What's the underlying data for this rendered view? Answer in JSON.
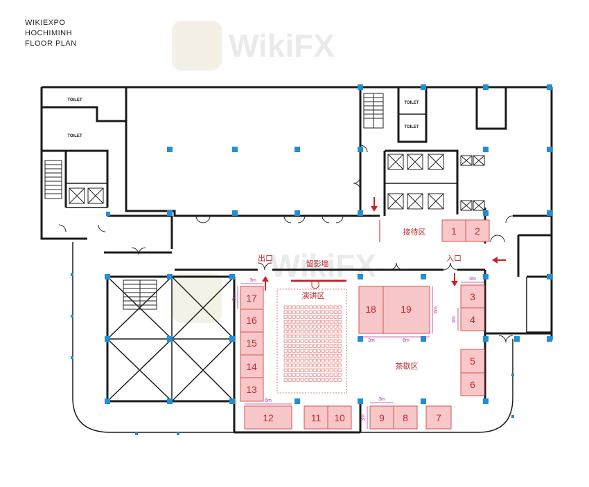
{
  "header": {
    "line1": "WIKIEXPO",
    "line2": "HOCHIMINH",
    "line3": "FLOOR PLAN"
  },
  "watermark": "WikiFX",
  "zones": {
    "reception": "接待区",
    "exit": "出口",
    "entrance": "入口",
    "photo_wall": "留影墙",
    "speech_area": "演讲区",
    "tea_area": "茶歇区",
    "toilet": "TOILET"
  },
  "booths": {
    "b1": "1",
    "b2": "2",
    "b3": "3",
    "b4": "4",
    "b5": "5",
    "b6": "6",
    "b7": "7",
    "b8": "8",
    "b9": "9",
    "b10": "10",
    "b11": "11",
    "b12": "12",
    "b13": "13",
    "b14": "14",
    "b15": "15",
    "b16": "16",
    "b17": "17",
    "b18": "18",
    "b19": "19"
  },
  "dimensions": {
    "d3m": "3m",
    "d6m": "6m"
  },
  "colors": {
    "booth_fill": "#f7c7c9",
    "booth_text": "#c0282d",
    "column": "#1e90d6",
    "dimension": "#b0309a",
    "arrow": "#d02020"
  }
}
